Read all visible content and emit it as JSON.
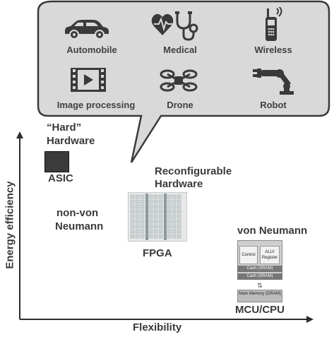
{
  "applications": [
    {
      "label": "Automobile",
      "icon": "car-icon"
    },
    {
      "label": "Medical",
      "icon": "stethoscope-heart-icon"
    },
    {
      "label": "Wireless",
      "icon": "walkie-talkie-icon"
    },
    {
      "label": "Image processing",
      "icon": "video-film-icon"
    },
    {
      "label": "Drone",
      "icon": "drone-icon"
    },
    {
      "label": "Robot",
      "icon": "robot-arm-icon"
    }
  ],
  "axes": {
    "x_label": "Flexibility",
    "y_label": "Energy efficiency"
  },
  "categories": {
    "hard_line1": "“Hard”",
    "hard_line2": "Hardware",
    "asic": "ASIC",
    "reconf_line1": "Reconfigurable",
    "reconf_line2": "Hardware",
    "nonvon_line1": "non-von",
    "nonvon_line2": "Neumann",
    "fpga": "FPGA",
    "von": "von Neumann",
    "mcu": "MCU/CPU"
  },
  "cpu_diagram": {
    "control": "Control",
    "alu": "ALU/ Register",
    "cache1": "Cash (SRAM)",
    "cache2": "Cash (SRAM)",
    "main_memory": "Main Memory (DRAM)"
  },
  "colors": {
    "bubble_fill": "#d9d9d9",
    "bubble_stroke": "#3a3a3a",
    "axis": "#2d2d2d",
    "asic_fill": "#3b3b3b",
    "text": "#3a3a3a"
  }
}
